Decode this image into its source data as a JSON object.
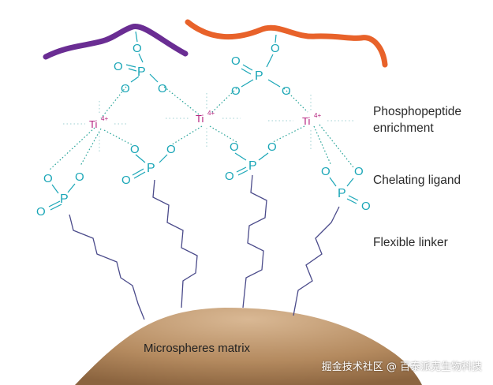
{
  "labels": {
    "enrichment_line1": "Phosphopeptide",
    "enrichment_line2": "enrichment",
    "chelating": "Chelating ligand",
    "linker": "Flexible linker",
    "matrix": "Microspheres matrix"
  },
  "atoms": {
    "oxygen": "O",
    "phosphorus": "P",
    "titanium": "Ti",
    "titanium_charge": "4+"
  },
  "watermark": "掘金技术社区 @ 百泰派克生物科技",
  "colors": {
    "peptide_left": "#6a2d93",
    "peptide_right": "#e8622a",
    "atoms": "#1aa6b7",
    "bonds": "#2aa59a",
    "titanium": "#b5237f",
    "linker": "#4a4a8a",
    "matrix": "#a9805a"
  }
}
